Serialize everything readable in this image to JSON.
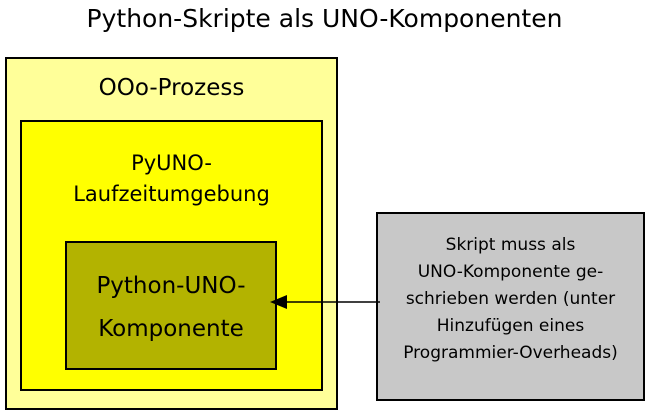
{
  "title": "Python-Skripte als UNO-Komponenten",
  "boxes": {
    "outer_process": {
      "label": "OOo-Prozess",
      "color": "#ffff99"
    },
    "runtime": {
      "label_line1": "PyUNO-",
      "label_line2": "Laufzeitumgebung",
      "color": "#ffff00"
    },
    "component": {
      "label_line1": "Python-UNO-",
      "label_line2": "Komponente",
      "color": "#b3b300"
    },
    "note": {
      "line1": "Skript muss als",
      "line2": "UNO-Komponente ge-",
      "line3": "schrieben werden (unter",
      "line4": "Hinzufügen eines",
      "line5": "Programmier-Overheads)",
      "color": "#c8c8c8"
    }
  },
  "connector": {
    "name": "arrow-note-to-component",
    "direction": "left",
    "color": "#000000"
  }
}
